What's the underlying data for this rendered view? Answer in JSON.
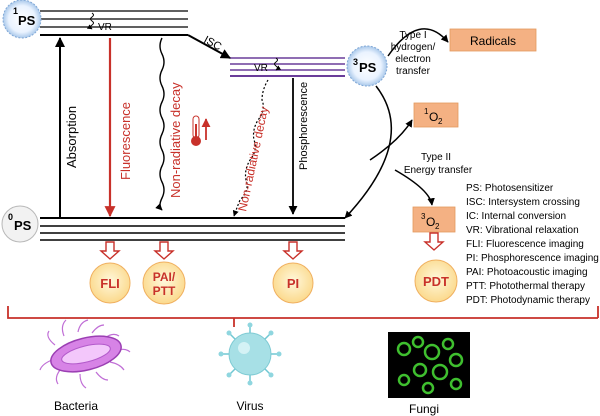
{
  "states": {
    "s1": {
      "sup": "1",
      "base": "PS"
    },
    "t3": {
      "sup": "3",
      "base": "PS"
    },
    "g0": {
      "sup": "0",
      "base": "PS"
    }
  },
  "labels": {
    "vr": "VR",
    "isc": "ISC",
    "absorption": "Absorption",
    "fluorescence": "Fluorescence",
    "nonrad": "Non-radiative decay",
    "phosphorescence": "Phosphorescence"
  },
  "type1": [
    "Type I",
    "hydrogen/",
    "electron",
    "transfer"
  ],
  "radicals": "Radicals",
  "singlet_oxygen": {
    "sup": "1",
    "base": "O",
    "sub": "2"
  },
  "triplet_oxygen": {
    "sup": "3",
    "base": "O",
    "sub": "2"
  },
  "type2": [
    "Type II",
    "Energy transfer"
  ],
  "legend": [
    "PS: Photosensitizer",
    "ISC: Intersystem crossing",
    "IC: Internal conversion",
    "VR: Vibrational relaxation",
    "FLI: Fluorescence imaging",
    "PI: Phosphorescence imaging",
    "PAI: Photoacoustic imaging",
    "PTT: Photothermal therapy",
    "PDT: Photodynamic therapy"
  ],
  "applications": {
    "fli": [
      "FLI"
    ],
    "pai": [
      "PAI/",
      "PTT"
    ],
    "pi": [
      "PI"
    ],
    "pdt": [
      "PDT"
    ]
  },
  "microbes": {
    "bacteria": "Bacteria",
    "virus": "Virus",
    "fungi": "Fungi"
  },
  "icons": [
    "thermometer-icon",
    "bacteria-icon",
    "virus-icon",
    "fungi-icon"
  ],
  "colors": {
    "red": "#c8312a",
    "orange_box": "#f4b183",
    "circle_fill": "#fde9b0",
    "circle_stroke": "#f0b060",
    "purple": "#6a3d9a",
    "blue_halo": "#a9c8ea",
    "bacteria": "#d783e6",
    "virus": "#a7e0e6",
    "fungi": "#3fbf2f"
  }
}
